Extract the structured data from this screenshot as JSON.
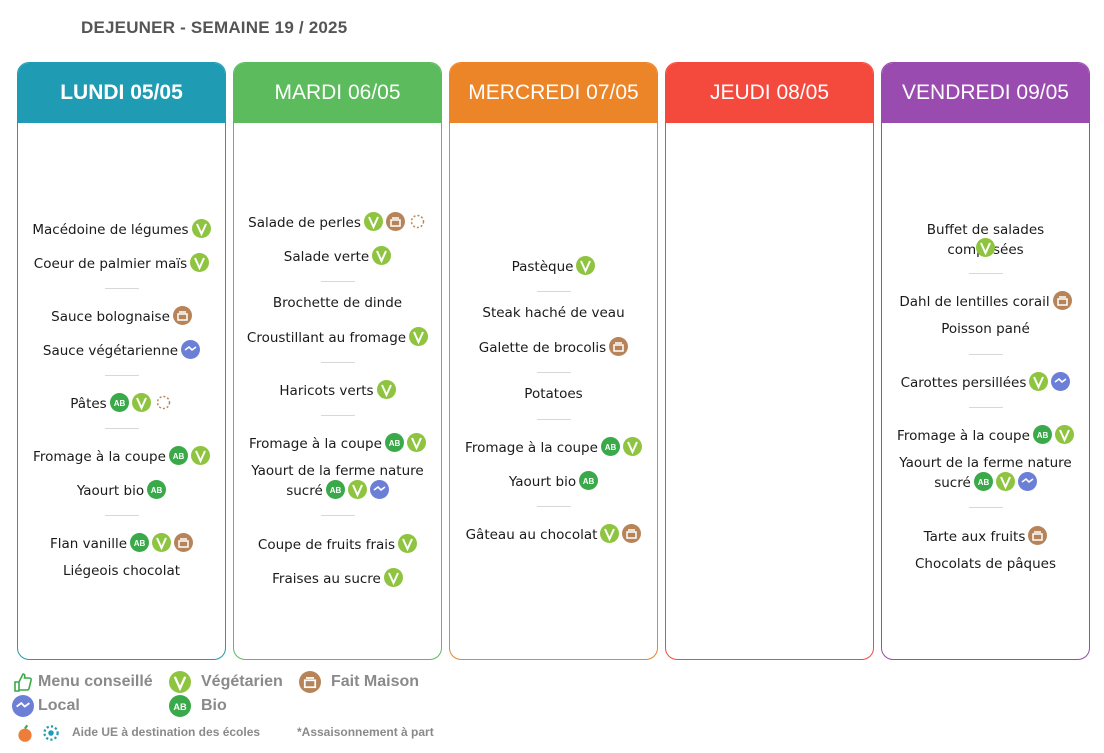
{
  "title": "DEJEUNER - SEMAINE 19 / 2025",
  "days": [
    {
      "label": "LUNDI 05/05",
      "color": "#1f9bb3"
    },
    {
      "label": "MARDI 06/05",
      "color": "#5cbb5c"
    },
    {
      "label": "MERCREDI 07/05",
      "color": "#ec8428"
    },
    {
      "label": "JEUDI 08/05",
      "color": "#f44a3e"
    },
    {
      "label": "VENDREDI 09/05",
      "color": "#9a4bb0"
    }
  ],
  "menus": {
    "lundi": [
      "Macédoine de légumes",
      "Coeur de palmier maïs",
      "Sauce bolognaise",
      "Sauce végétarienne",
      "Pâtes",
      "Fromage à la coupe",
      "Yaourt bio",
      "Flan vanille",
      "Liégeois chocolat"
    ],
    "mardi": [
      "Salade de perles",
      "Salade verte",
      "Brochette de dinde",
      "Croustillant au fromage",
      "Haricots verts",
      "Fromage à la coupe",
      "Yaourt de la ferme nature",
      "sucré",
      "Coupe de fruits frais",
      "Fraises au sucre"
    ],
    "mercredi": [
      "Pastèque",
      "Steak haché de veau",
      "Galette de brocolis",
      "Potatoes",
      "Fromage à la coupe",
      "Yaourt bio",
      "Gâteau au chocolat"
    ],
    "vendredi": [
      "Buffet de salades composées",
      "Dahl de lentilles corail",
      "Poisson pané",
      "Carottes persillées",
      "Fromage à la coupe",
      "Yaourt de la ferme nature",
      "sucré",
      "Tarte aux fruits",
      "Chocolats de pâques"
    ]
  },
  "legend": {
    "menu_conseille": "Menu conseillé",
    "vegetarien": "Végétarien",
    "fait_maison": "Fait Maison",
    "local": "Local",
    "bio": "Bio",
    "aide_ue": "Aide UE à destination des écoles",
    "assaisonnement": "*Assaisonnement à part"
  },
  "icons": [
    "thumbs-up-icon",
    "leaf-icon",
    "pot-icon",
    "handshake-icon",
    "ab-icon",
    "eu-star-icon"
  ]
}
